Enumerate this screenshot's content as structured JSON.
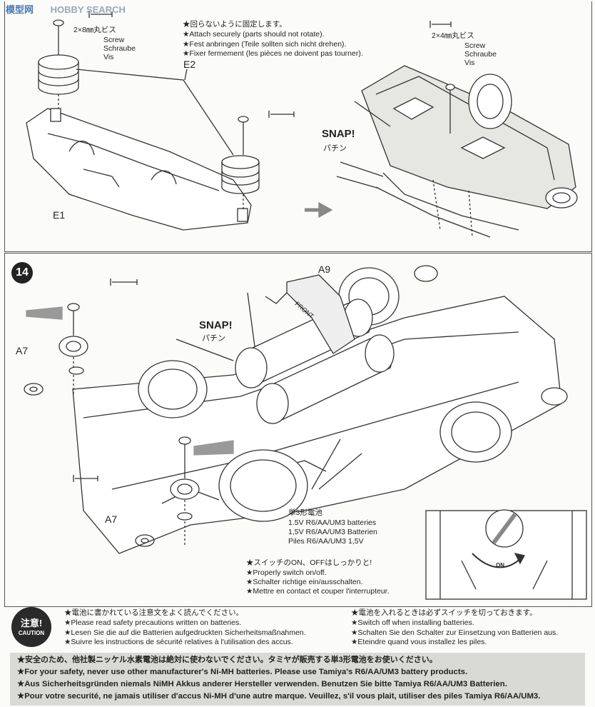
{
  "watermark": {
    "left": "模型网",
    "right": "HOBBY SEARCH"
  },
  "step13": {
    "screw_left": {
      "ja": "2×8㎜丸ビス",
      "en": "Screw",
      "de": "Schraube",
      "fr": "Vis"
    },
    "attach_note": [
      "★回らないように固定します。",
      "★Attach securely (parts should not rotate).",
      "★Fest anbringen (Teile sollten sich nicht drehen).",
      "★Fixer fermement (les pièces ne doivent pas tourner)."
    ],
    "label_e2": "E2",
    "label_e1": "E1",
    "screw_right": {
      "ja": "2×4㎜丸ビス",
      "en": "Screw",
      "de": "Schraube",
      "fr": "Vis"
    },
    "snap": {
      "en": "SNAP!",
      "ja": "パチン"
    }
  },
  "step14": {
    "number": "14",
    "label_a9": "A9",
    "label_a7_top": "A7",
    "label_a7_bottom": "A7",
    "snap": {
      "en": "SNAP!",
      "ja": "パチン"
    },
    "front_label": "FRONT",
    "battery": [
      "単3形電池",
      "1.5V R6/AA/UM3 batteries",
      "1,5V R6/AA/UM3 Batterien",
      "Piles R6/AA/UM3 1,5V"
    ],
    "switch_note": [
      "★スイッチのON、OFFはしっかりと!",
      "★Properly switch on/off.",
      "★Schalter richtige ein/ausschalten.",
      "★Mettre en contact et couper l'interrupteur."
    ],
    "on_label": "ON"
  },
  "caution": {
    "badge_ja": "注意!",
    "badge_en": "CAUTION",
    "left": [
      "★電池に書かれている注意文をよく読んでください。",
      "★Please read safety precautions written on batteries.",
      "★Lesen Sie die auf die Batterien aufgedruckten Sicherheitsmaßnahmen.",
      "★Suivre les instructions de sécurité relatives à l'utilisation des accus."
    ],
    "right": [
      "★電池を入れるときは必ずスイッチを切っておきます。",
      "★Switch off when installing batteries.",
      "★Schalten Sie den Schalter zur Einsetzung von Batterien aus.",
      "★Eteindre quand vous installez les piles."
    ]
  },
  "safety": [
    "★安全のため、他社製ニッケル水素電池は絶対に使わないでください。タミヤが販売する単3形電池をお使いください。",
    "★For your safety, never use other manufacturer's Ni-MH batteries. Please use Tamiya's R6/AA/UM3 battery products.",
    "★Aus Sicherheitsgründen niemals NiMH Akkus anderer Hersteller verwenden. Benutzen Sie bitte Tamiya R6/AA/UM3 Batterien.",
    "★Pour votre securité, ne jamais utiliser d'accus Ni-MH d'une autre marque. Veuillez, s'il vous plait, utiliser des piles Tamiya R6/AA/UM3."
  ]
}
